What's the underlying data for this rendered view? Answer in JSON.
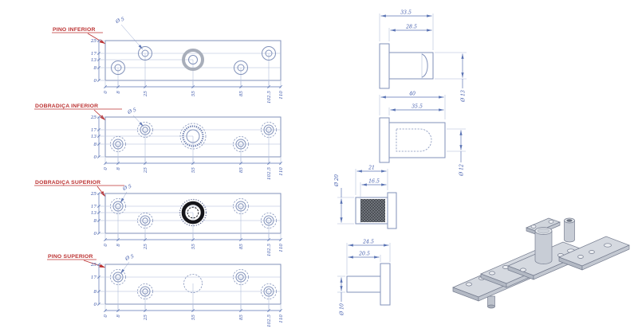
{
  "colors": {
    "line_blue": "#8292ba",
    "dim_text_blue": "#3d58aa",
    "label_red": "#bb3030",
    "metal_gray": "#ccd1d9",
    "knurl_dark": "#3c3f45"
  },
  "plates": [
    {
      "label": "PINO INFERIOR",
      "dia_note": "Ø 5",
      "left_dims": [
        "25",
        "17",
        "13",
        "8",
        "0"
      ],
      "bottom_dims": [
        "0",
        "8",
        "25",
        "55",
        "85",
        "102.5",
        "110"
      ]
    },
    {
      "label": "DOBRADIÇA INFERIOR",
      "dia_note": "Ø 5",
      "left_dims": [
        "25",
        "17",
        "13",
        "8",
        "0"
      ],
      "bottom_dims": [
        "0",
        "8",
        "25",
        "55",
        "85",
        "102.5",
        "110"
      ]
    },
    {
      "label": "DOBRADIÇA SUPERIOR",
      "dia_note": "Ø 5",
      "left_dims": [
        "25",
        "17",
        "13",
        "8",
        "0"
      ],
      "bottom_dims": [
        "0",
        "8",
        "25",
        "55",
        "85",
        "102.5",
        "110"
      ]
    },
    {
      "label": "PINO SUPERIOR",
      "dia_note": "Ø 5",
      "left_dims": [
        "25",
        "17",
        "8",
        "0"
      ],
      "bottom_dims": [
        "0",
        "8",
        "25",
        "55",
        "85",
        "102.5",
        "110"
      ]
    }
  ],
  "side_views": [
    {
      "outer_dim": "33.5",
      "inner_dim": "28.5",
      "dia": "Ø 13"
    },
    {
      "outer_dim": "40",
      "inner_dim": "35.5",
      "dia": "Ø 12"
    },
    {
      "outer_dim": "21",
      "inner_dim": "16.5",
      "dia": "Ø 20"
    },
    {
      "outer_dim": "24.5",
      "inner_dim": "20.5",
      "dia": "Ø 10"
    }
  ]
}
